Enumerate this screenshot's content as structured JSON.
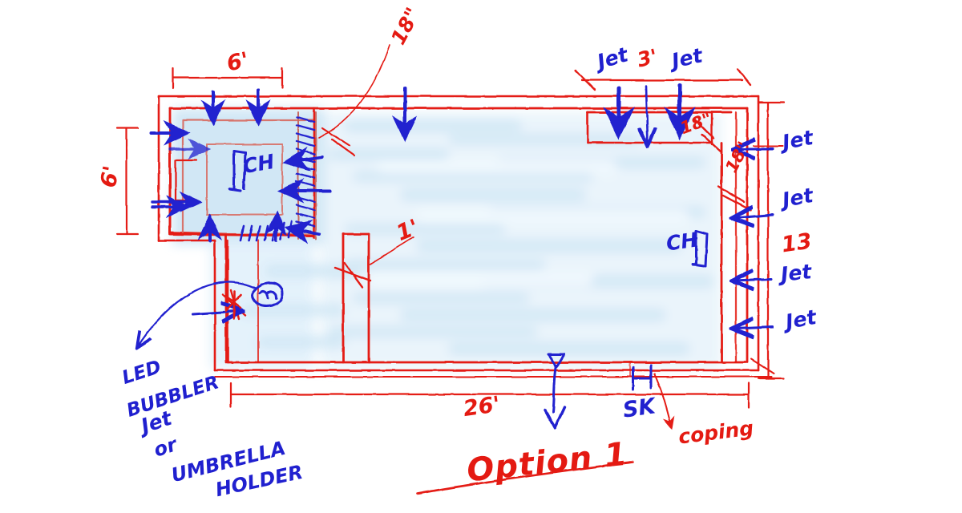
{
  "drawing": {
    "title": "Option 1",
    "type": "hand-drawn pool and spa plan sketch",
    "ink_colors": {
      "red": "#e41a12",
      "blue": "#2020cf",
      "water": "#cfe6f5"
    }
  },
  "dimensions": {
    "spa_width": "6'",
    "spa_height": "6'",
    "bench_depth_top": "18\"",
    "step_width": "1'",
    "pool_length": "26'",
    "jet_spacing_top": "3'",
    "bench_top_right": "18\"",
    "bench_right_upper": "18\"",
    "pool_width_right": "13"
  },
  "labels": {
    "spa_cleaning_head": "CH",
    "pool_cleaning_head": "CH",
    "skimmer": "SK",
    "coping": "coping",
    "bubbler_note_line1": "LED",
    "bubbler_note_line2": "BUBBLER",
    "bubbler_note_line3": "Jet",
    "bubbler_note_line4": "or",
    "bubbler_note_line5": "UMBRELLA",
    "bubbler_note_line6": "HOLDER"
  },
  "jets": {
    "top_left_label": "Jet",
    "top_right_label": "Jet",
    "right_1": "Jet",
    "right_2": "Jet",
    "right_3": "Jet",
    "right_4": "Jet"
  },
  "symbols": {
    "main_drain": "V",
    "skimmer_box": "SK",
    "cleaning_head_icon": "CH"
  }
}
